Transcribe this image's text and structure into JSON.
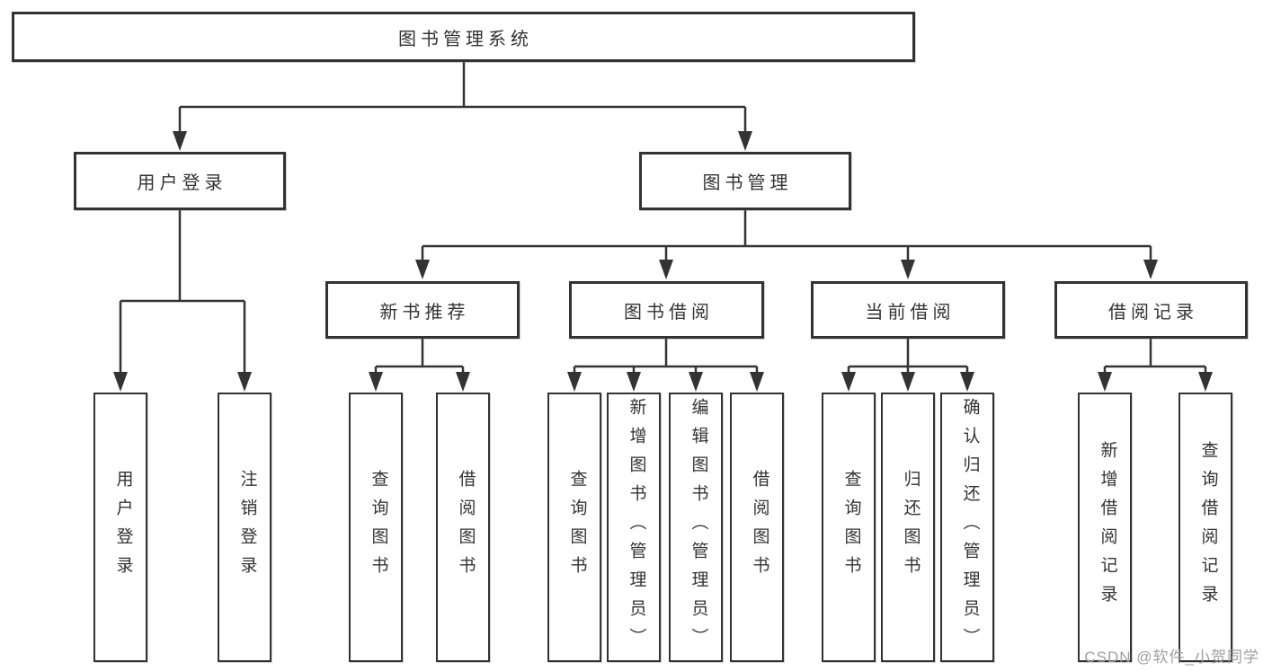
{
  "diagram": {
    "title": "图书管理系统",
    "branches": [
      {
        "label": "用户登录",
        "children": [
          {
            "label": "用户登录"
          },
          {
            "label": "注销登录"
          }
        ]
      },
      {
        "label": "图书管理",
        "children": [
          {
            "label": "新书推荐",
            "children": [
              {
                "label": "查询图书"
              },
              {
                "label": "借阅图书"
              }
            ]
          },
          {
            "label": "图书借阅",
            "children": [
              {
                "label": "查询图书"
              },
              {
                "label": "新增图书（管理员）"
              },
              {
                "label": "编辑图书（管理员）"
              },
              {
                "label": "借阅图书"
              }
            ]
          },
          {
            "label": "当前借阅",
            "children": [
              {
                "label": "查询图书"
              },
              {
                "label": "归还图书"
              },
              {
                "label": "确认归还（管理员）"
              }
            ]
          },
          {
            "label": "借阅记录",
            "children": [
              {
                "label": "新增借阅记录"
              },
              {
                "label": "查询借阅记录"
              }
            ]
          }
        ]
      }
    ]
  },
  "watermark": {
    "text": "CSDN @软件_小贺同学"
  },
  "colors": {
    "line": "#333333",
    "box_border": "#333333",
    "text": "#333333",
    "watermark": "#9e9e9e",
    "background": "#ffffff"
  }
}
